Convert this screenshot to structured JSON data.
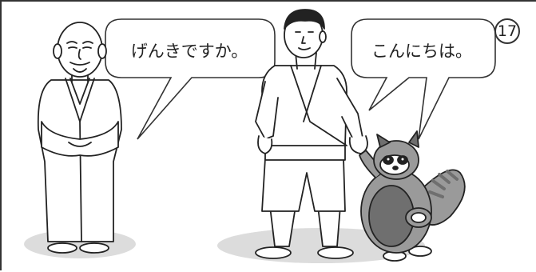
{
  "page_number": "17",
  "speech_bubbles": [
    {
      "speaker": "old-monk",
      "text": "げんきですか。"
    },
    {
      "speaker": "tanuki",
      "text": "こんにちは。"
    }
  ],
  "colors": {
    "ink": "#222222",
    "ground_shadow": "#dcdcdc",
    "tanuki_fill": "#9a9a9a",
    "tanuki_dark": "#6f6f6f",
    "skin": "#ffffff"
  }
}
